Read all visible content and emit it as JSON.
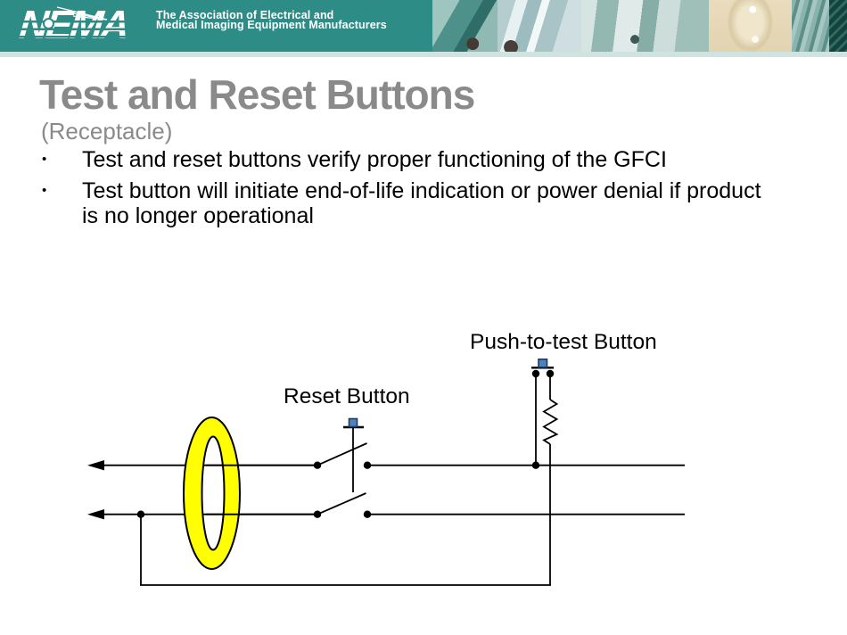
{
  "header": {
    "logo_text": "NEMA",
    "org_line1": "The Association of Electrical and",
    "org_line2": "Medical Imaging Equipment Manufacturers"
  },
  "slide": {
    "title": "Test and Reset Buttons",
    "subtitle": "(Receptacle)",
    "bullet_marker": "•",
    "bullets": [
      "Test and reset buttons verify proper functioning of the GFCI",
      "Test button will initiate end-of-life indication or power denial if product\nis no longer operational"
    ]
  },
  "diagram": {
    "reset_label": "Reset Button",
    "test_label": "Push-to-test Button"
  },
  "theme": {
    "teal": "#2d8c86",
    "teal_light": "#cfe4e1",
    "title_gray": "#8a8a8a",
    "ring_yellow": "#ffff00",
    "button_blue": "#4f81bd",
    "line_black": "#000000"
  }
}
